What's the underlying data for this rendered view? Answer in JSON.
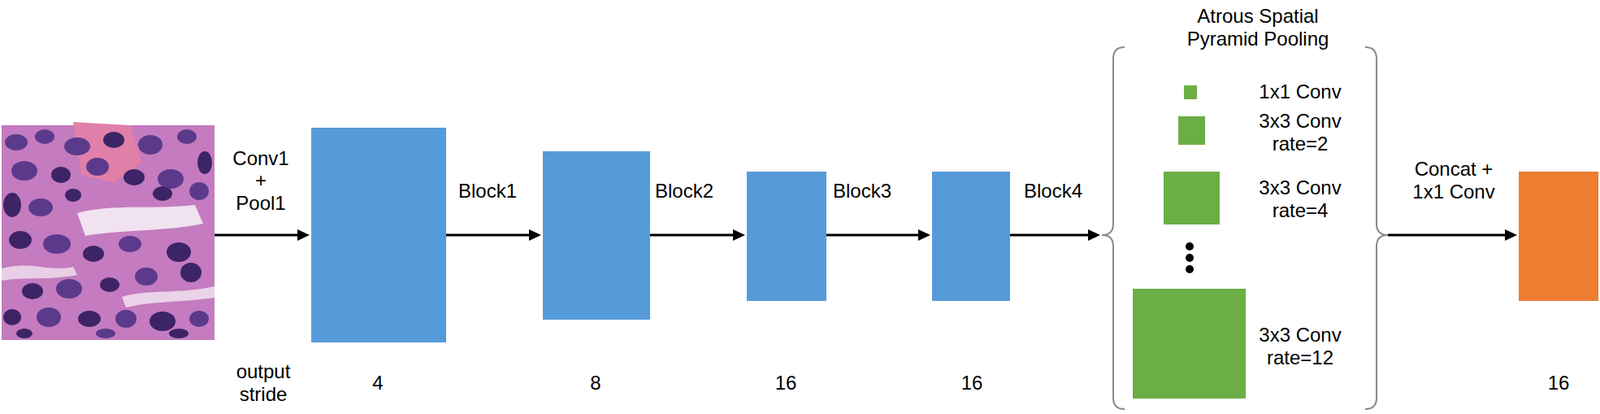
{
  "diagram": {
    "nodes": [
      {
        "text": [
          "1x1 Conv"
        ]
      },
      {
        "text": [
          "3x3 Conv rate=2"
        ]
      },
      {
        "text": [
          "3x3 Conv rate=4"
        ]
      },
      {
        "text": [
          "3x3 Conv rate=12"
        ]
      }
    ],
    "labels": [
      "Atrous Spatial Pyramid Pooling",
      "Conv1 + Pool1",
      "Block1",
      "Block2",
      "Block3",
      "Block4",
      "Concat + 1x1 Conv",
      "output stride",
      "4",
      "8",
      "16",
      "16",
      "16"
    ]
  }
}
